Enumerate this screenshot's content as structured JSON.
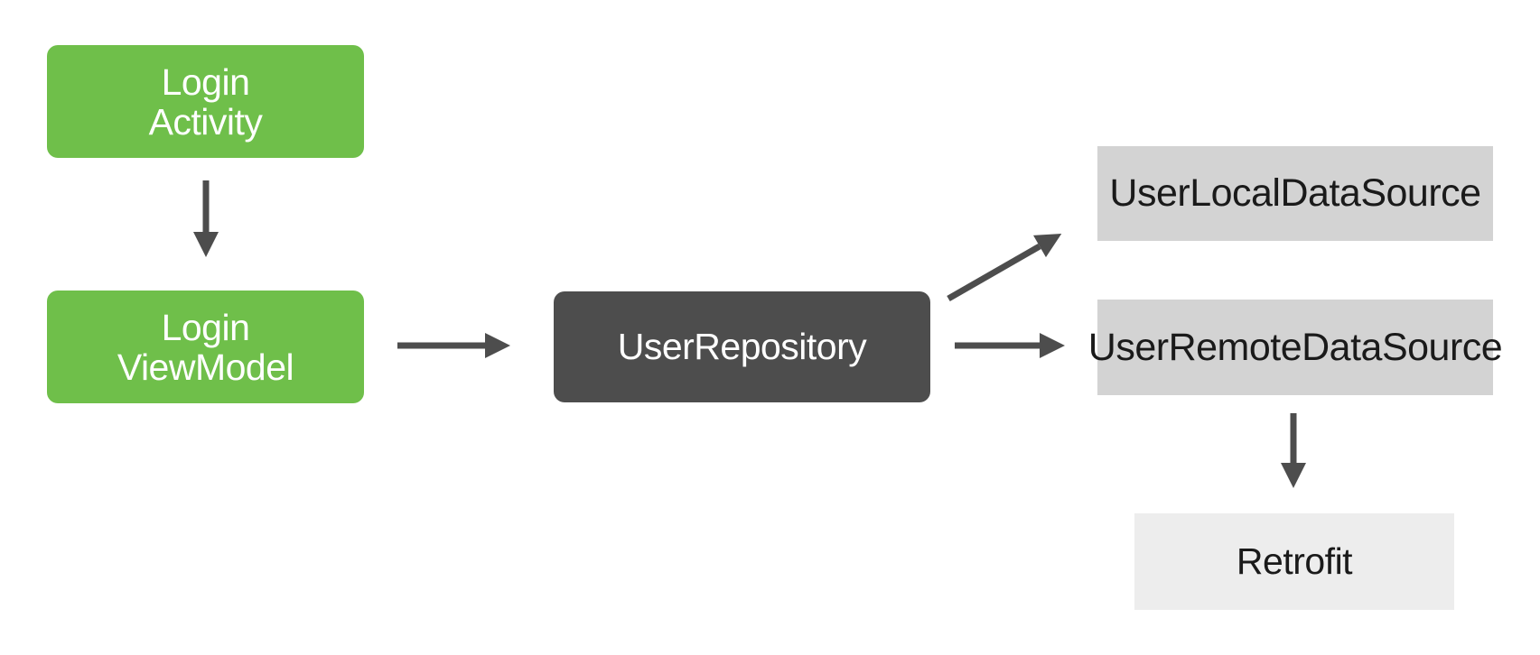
{
  "diagram": {
    "type": "architecture-flow",
    "background": "#FFFFFF",
    "nodes": {
      "login_activity": {
        "lines": [
          "Login",
          "Activity"
        ],
        "fill": "#6FBF4A",
        "text_color": "#FFFFFF",
        "shape": "rounded-rectangle"
      },
      "login_viewmodel": {
        "lines": [
          "Login",
          "ViewModel"
        ],
        "fill": "#6FBF4A",
        "text_color": "#FFFFFF",
        "shape": "rounded-rectangle"
      },
      "user_repository": {
        "label": "UserRepository",
        "fill": "#4D4D4D",
        "text_color": "#FFFFFF",
        "shape": "rounded-rectangle"
      },
      "user_local_data_source": {
        "label": "UserLocalDataSource",
        "fill": "#D3D3D3",
        "text_color": "#1A1A1A",
        "shape": "rectangle"
      },
      "user_remote_data_source": {
        "label": "UserRemoteDataSource",
        "fill": "#D3D3D3",
        "text_color": "#1A1A1A",
        "shape": "rectangle"
      },
      "retrofit": {
        "label": "Retrofit",
        "fill": "#EDEDED",
        "text_color": "#1A1A1A",
        "shape": "rectangle"
      }
    },
    "edges": [
      {
        "from": "login_activity",
        "to": "login_viewmodel",
        "direction": "down"
      },
      {
        "from": "login_viewmodel",
        "to": "user_repository",
        "direction": "right"
      },
      {
        "from": "user_repository",
        "to": "user_local_data_source",
        "direction": "up-right"
      },
      {
        "from": "user_repository",
        "to": "user_remote_data_source",
        "direction": "right"
      },
      {
        "from": "user_remote_data_source",
        "to": "retrofit",
        "direction": "down"
      }
    ],
    "arrow_color": "#4D4D4D"
  }
}
